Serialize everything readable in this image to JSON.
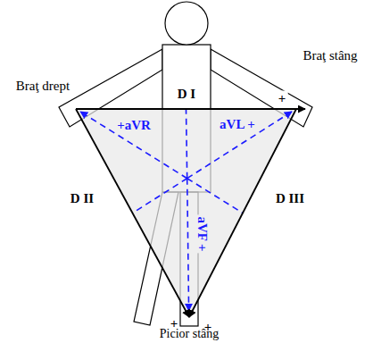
{
  "diagram": {
    "labels": [
      "Braţ drept",
      "Braţ stâng",
      "+",
      "D I",
      "+aVR",
      "aVL +",
      "D II",
      "D III",
      "aVF +",
      "+",
      "+",
      "Picior stâng"
    ]
  }
}
